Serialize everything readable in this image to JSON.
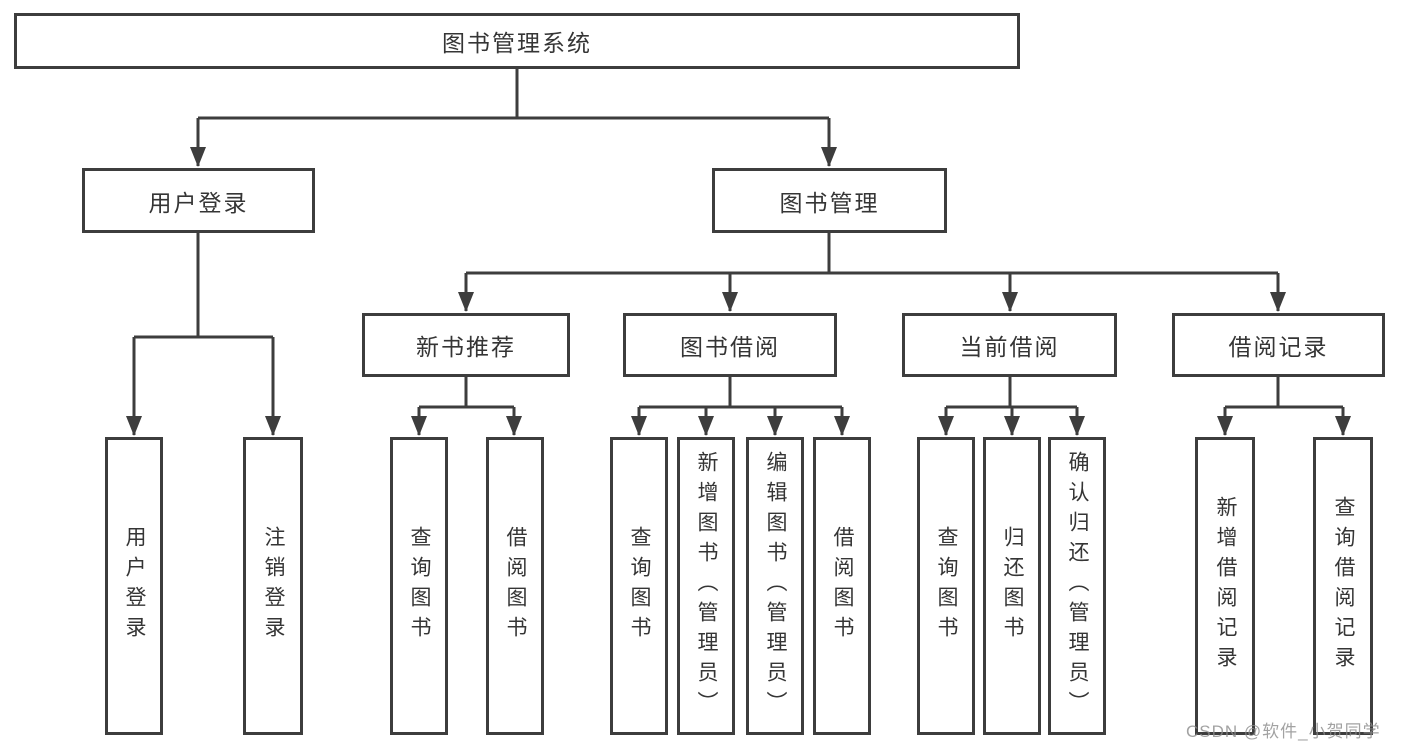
{
  "tree": {
    "root": {
      "label": "图书管理系统",
      "children": [
        {
          "label": "用户登录",
          "children": [
            {
              "label": "用户登录"
            },
            {
              "label": "注销登录"
            }
          ]
        },
        {
          "label": "图书管理",
          "children": [
            {
              "label": "新书推荐",
              "children": [
                {
                  "label": "查询图书"
                },
                {
                  "label": "借阅图书"
                }
              ]
            },
            {
              "label": "图书借阅",
              "children": [
                {
                  "label": "查询图书"
                },
                {
                  "label": "新增图书（管理员）"
                },
                {
                  "label": "编辑图书（管理员）"
                },
                {
                  "label": "借阅图书"
                }
              ]
            },
            {
              "label": "当前借阅",
              "children": [
                {
                  "label": "查询图书"
                },
                {
                  "label": "归还图书"
                },
                {
                  "label": "确认归还（管理员）"
                }
              ]
            },
            {
              "label": "借阅记录",
              "children": [
                {
                  "label": "新增借阅记录"
                },
                {
                  "label": "查询借阅记录"
                }
              ]
            }
          ]
        }
      ]
    }
  },
  "watermark": {
    "text": "CSDN @软件_小贺同学"
  },
  "colors": {
    "line": "#3d3d3d",
    "text": "#353535",
    "watermark": "#8c8c8c",
    "bg": "#ffffff"
  }
}
